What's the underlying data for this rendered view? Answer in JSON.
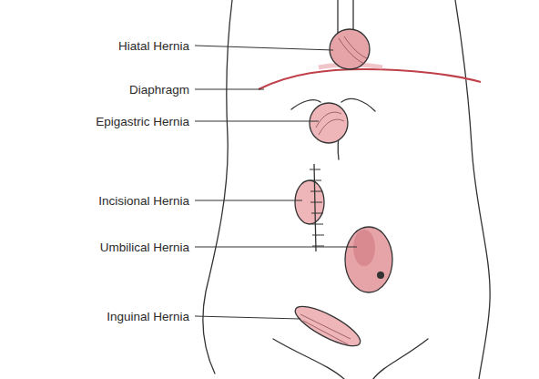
{
  "diagram": {
    "labels": [
      "Hiatal Hernia",
      "Diaphragm",
      "Epigastric Hernia",
      "Incisional Hernia",
      "Umbilical Hernia",
      "Inguinal Hernia"
    ]
  }
}
